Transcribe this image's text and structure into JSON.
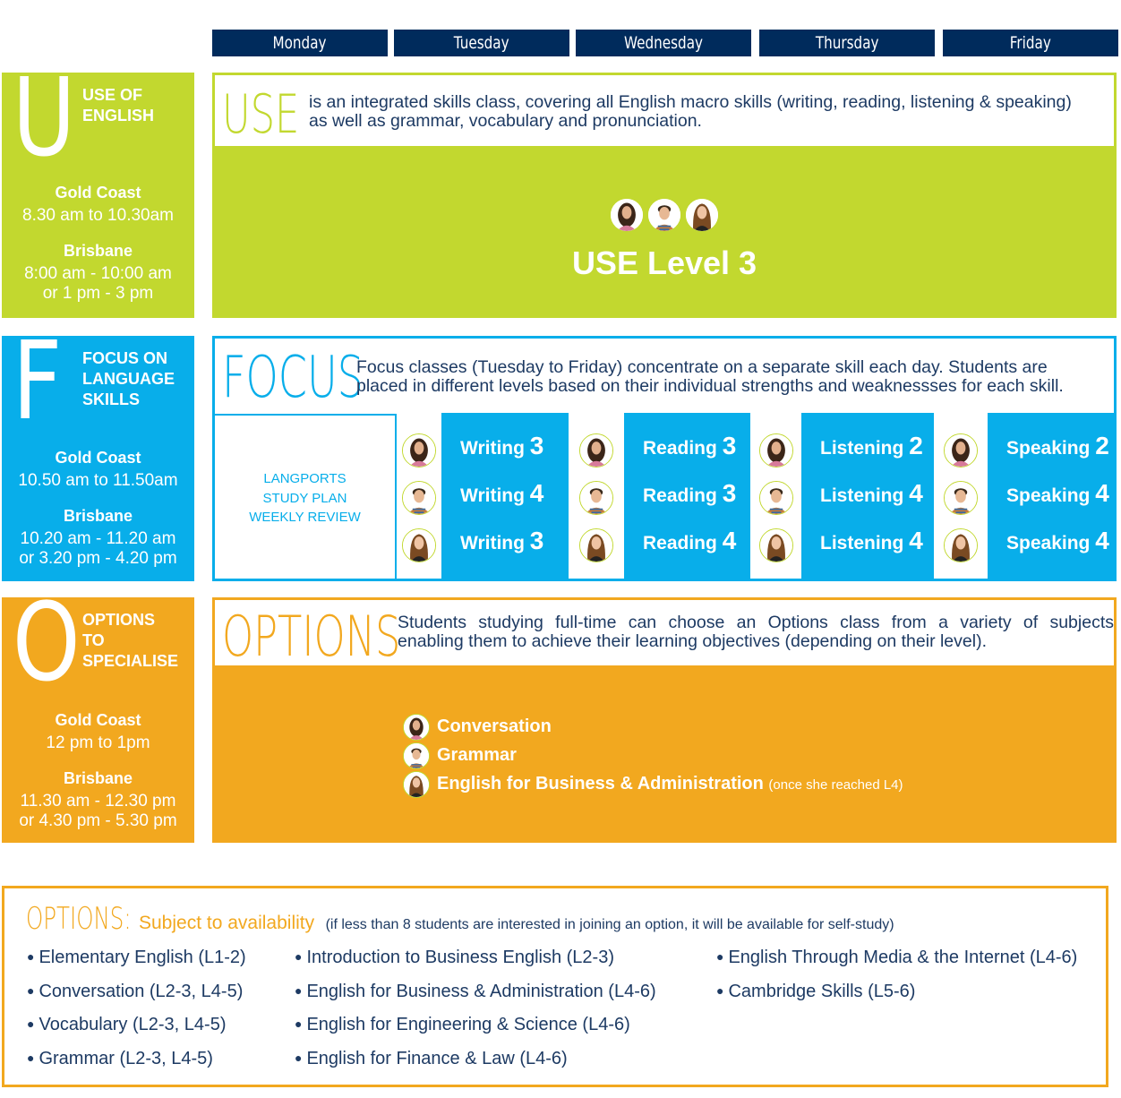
{
  "days": [
    "Monday",
    "Tuesday",
    "Wednesday",
    "Thursday",
    "Friday"
  ],
  "colors": {
    "navy": "#002b5c",
    "lime": "#c2d82f",
    "blue": "#08aeea",
    "orange": "#f2a81f",
    "text": "#1d3a63"
  },
  "use": {
    "letter": "U",
    "category_line1": "USE OF",
    "category_line2": "ENGLISH",
    "gc_city": "Gold Coast",
    "gc_time": "8.30 am to 10.30am",
    "bris_city": "Brisbane",
    "bris_time1": "8:00 am - 10:00 am",
    "bris_time2": "or 1 pm - 3 pm",
    "word": "USE",
    "desc1": "is an integrated skills class, covering all English macro skills (writing, reading, listening & speaking)",
    "desc2": "as well as grammar, vocabulary and pronunciation.",
    "class_label": "USE Level 3"
  },
  "focus": {
    "letter": "F",
    "category_line1": "FOCUS ON",
    "category_line2": "LANGUAGE",
    "category_line3": "SKILLS",
    "gc_city": "Gold Coast",
    "gc_time": "10.50 am to 11.50am",
    "bris_city": "Brisbane",
    "bris_time1": "10.20 am - 11.20 am",
    "bris_time2": "or 3.20 pm - 4.20 pm",
    "word": "FOCUS",
    "desc1": "Focus classes (Tuesday to Friday) concentrate on a separate skill each day. Students are",
    "desc2": "placed in different levels based on their individual strengths and weaknessses for each skill.",
    "review1": "LANGPORTS",
    "review2": "STUDY PLAN",
    "review3": "WEEKLY REVIEW",
    "columns": [
      {
        "skill": "Writing",
        "levels": [
          "3",
          "4",
          "3"
        ]
      },
      {
        "skill": "Reading",
        "levels": [
          "3",
          "3",
          "4"
        ]
      },
      {
        "skill": "Listening",
        "levels": [
          "2",
          "4",
          "4"
        ]
      },
      {
        "skill": "Speaking",
        "levels": [
          "2",
          "4",
          "4"
        ]
      }
    ]
  },
  "options": {
    "letter": "O",
    "category_line1": "OPTIONS",
    "category_line2": "TO",
    "category_line3": "SPECIALISE",
    "gc_city": "Gold Coast",
    "gc_time": "12 pm to 1pm",
    "bris_city": "Brisbane",
    "bris_time1": "11.30 am - 12.30 pm",
    "bris_time2": "or 4.30 pm - 5.30 pm",
    "word": "OPTIONS",
    "desc1": "Students studying full-time can choose an Options class from a variety of subjects",
    "desc2": "enabling them to achieve their learning objectives (depending on their level).",
    "choices": [
      {
        "label": "Conversation",
        "note": ""
      },
      {
        "label": "Grammar",
        "note": ""
      },
      {
        "label": "English for Business & Administration",
        "note": "(once she reached L4)"
      }
    ]
  },
  "availability": {
    "title": "OPTIONS:",
    "subtitle": "Subject to availability",
    "note": "(if less than 8 students are interested in joining an option, it will be available for self-study)",
    "col1": [
      "Elementary English (L1-2)",
      "Conversation (L2-3, L4-5)",
      "Vocabulary (L2-3, L4-5)",
      "Grammar (L2-3, L4-5)"
    ],
    "col2": [
      "Introduction to Business English (L2-3)",
      "English for Business & Administration (L4-6)",
      "English for Engineering & Science (L4-6)",
      "English for Finance & Law (L4-6)"
    ],
    "col3": [
      "English Through Media & the Internet (L4-6)",
      "Cambridge Skills (L5-6)"
    ]
  }
}
